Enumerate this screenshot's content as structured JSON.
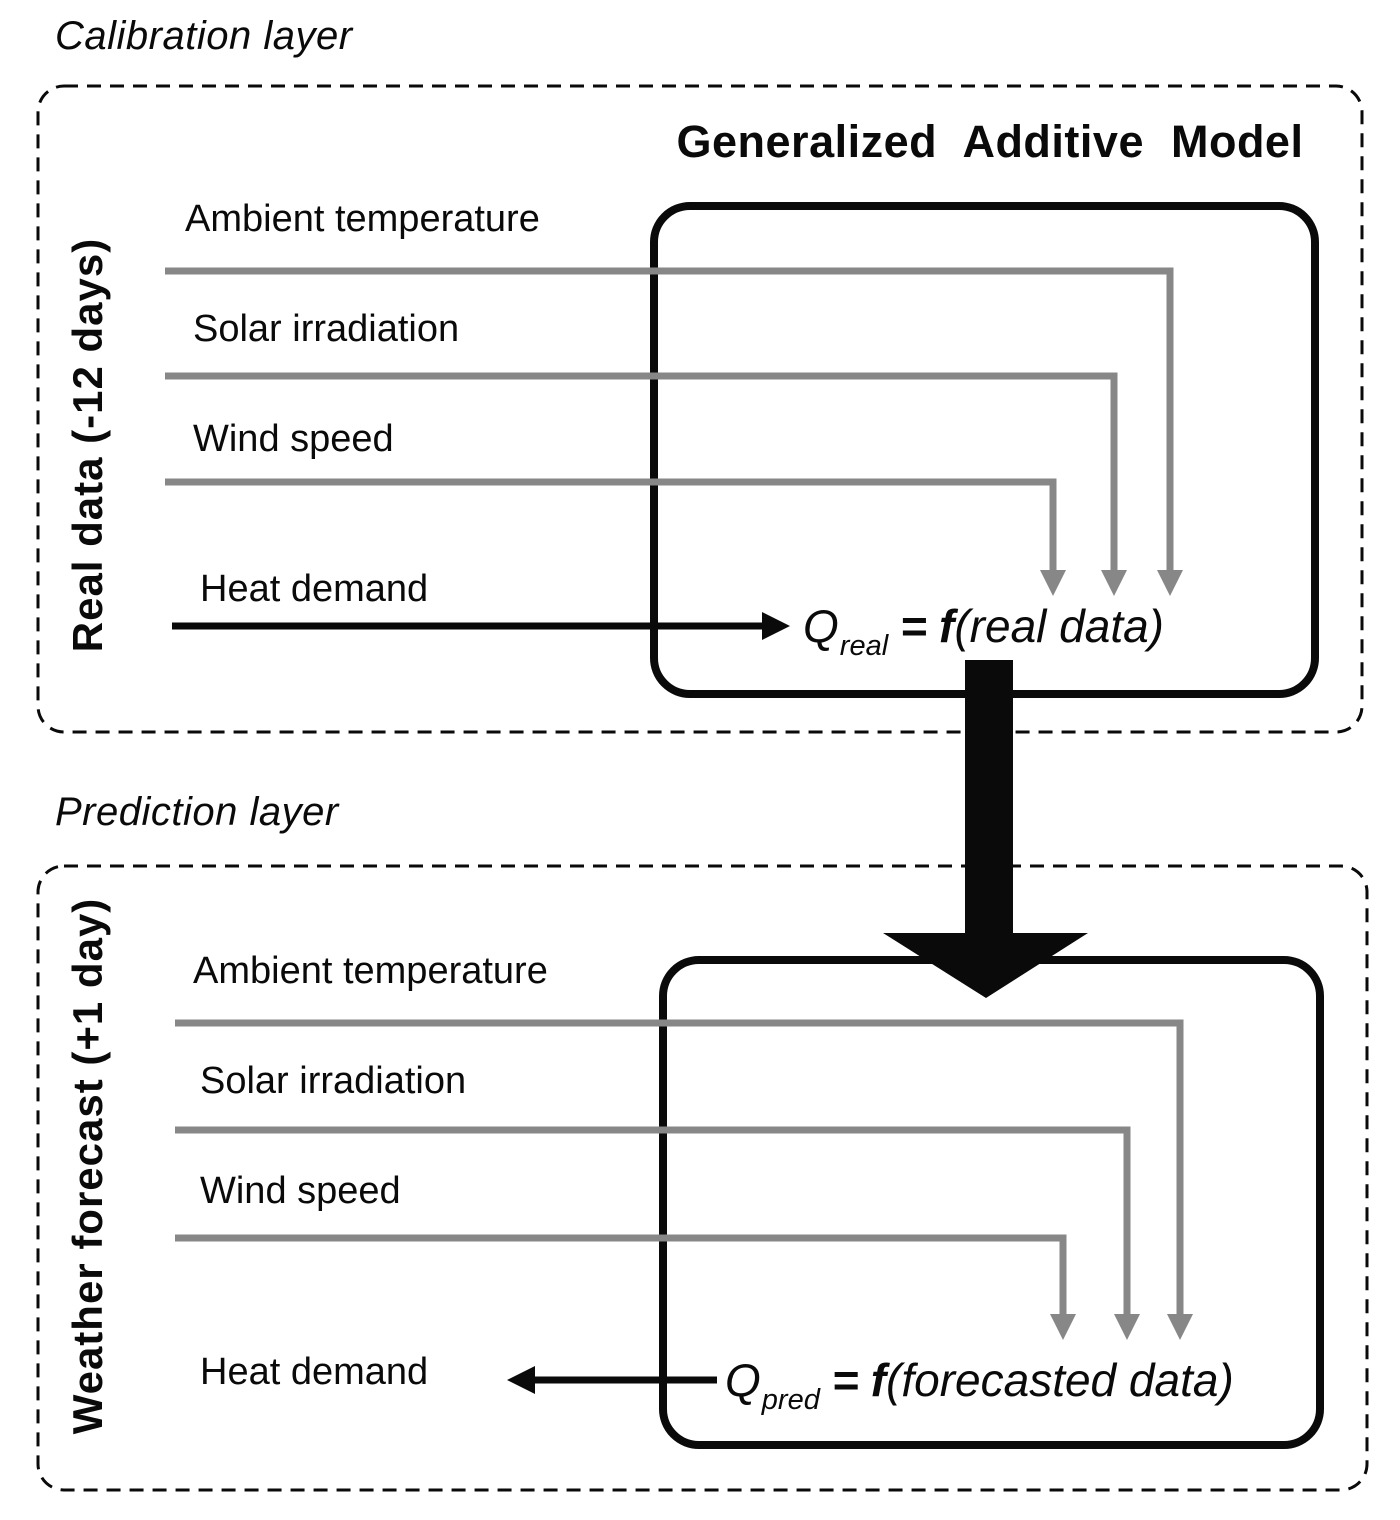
{
  "diagram": {
    "calibration": {
      "layer_label": "Calibration layer",
      "side_label": "Real data (-12 days)",
      "model_title": "Generalized Additive Model",
      "inputs": [
        "Ambient temperature",
        "Solar irradiation",
        "Wind speed"
      ],
      "target_label": "Heat demand",
      "formula": {
        "q": "Q",
        "sub": "real",
        "eq": "=",
        "f": "f",
        "args": "(real data)"
      }
    },
    "prediction": {
      "layer_label": "Prediction layer",
      "side_label": "Weather forecast (+1 day)",
      "inputs": [
        "Ambient temperature",
        "Solar irradiation",
        "Wind speed"
      ],
      "output_label": "Heat demand",
      "formula": {
        "q": "Q",
        "sub": "pred",
        "eq": "=",
        "f": "f",
        "args": "(forecasted data)"
      }
    },
    "colors": {
      "input_line_gray": "#878787",
      "ink_black": "#0a0a0a",
      "background": "#ffffff"
    }
  }
}
